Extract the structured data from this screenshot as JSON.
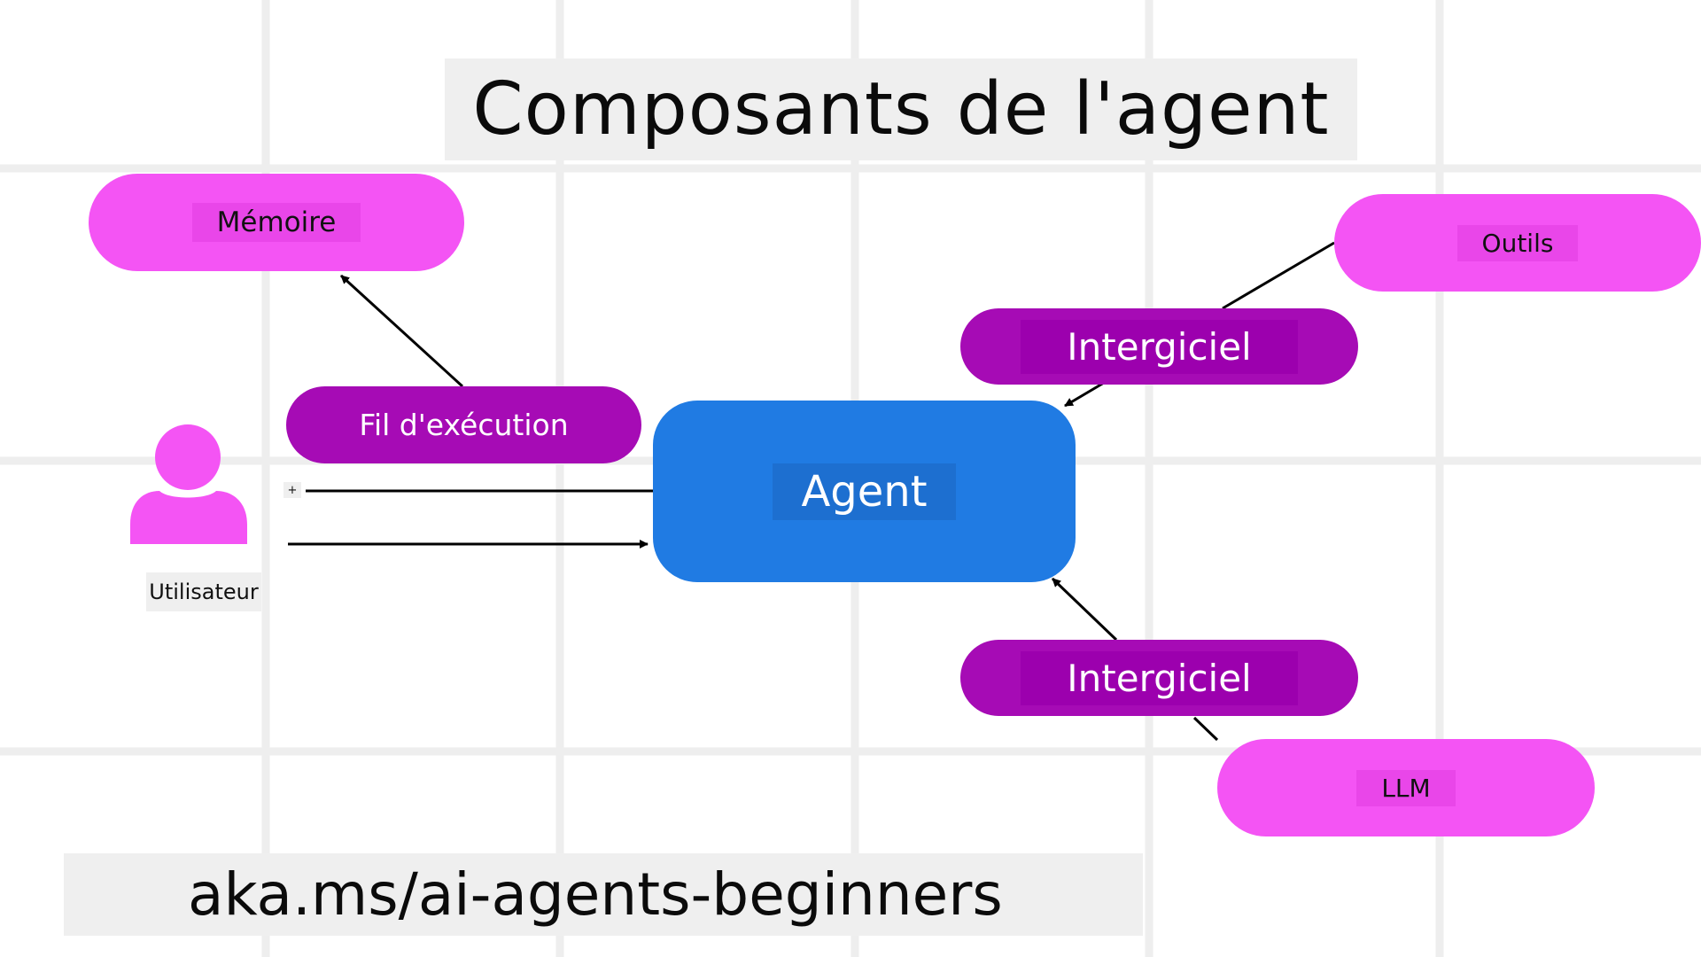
{
  "title": "Composants de l'agent",
  "url": "aka.ms/ai-agents-beginners",
  "nodes": {
    "memory": "Mémoire",
    "tools": "Outils",
    "middleware_top": "Intergiciel",
    "middleware_bottom": "Intergiciel",
    "thread": "Fil d'exécution",
    "agent": "Agent",
    "llm": "LLM",
    "user": "Utilisateur"
  },
  "controls": {
    "plus": "+"
  },
  "colors": {
    "light_pink": "#f454f4",
    "dark_purple": "#a60bb5",
    "agent_blue": "#207be3",
    "grid": "#eeeeee"
  }
}
